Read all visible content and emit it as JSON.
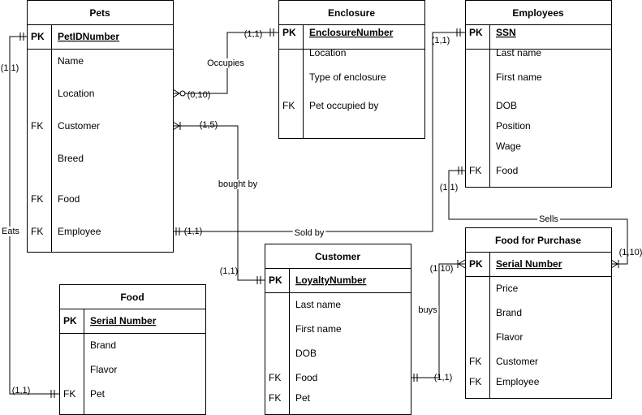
{
  "entities": [
    {
      "id": "pets",
      "title": "Pets",
      "rows": [
        {
          "key": "PK",
          "name": "PetIDNumber",
          "pk": true
        },
        {
          "key": "",
          "name": "Name"
        },
        {
          "key": "",
          "name": "Location"
        },
        {
          "key": "FK",
          "name": "Customer"
        },
        {
          "key": "",
          "name": "Breed"
        },
        {
          "key": "FK",
          "name": "Food"
        },
        {
          "key": "FK",
          "name": "Employee"
        }
      ]
    },
    {
      "id": "enclosure",
      "title": "Enclosure",
      "rows": [
        {
          "key": "PK",
          "name": "EnclosureNumber",
          "pk": true
        },
        {
          "key": "",
          "name": "Location"
        },
        {
          "key": "",
          "name": "Type of enclosure"
        },
        {
          "key": "FK",
          "name": "Pet occupied by"
        }
      ]
    },
    {
      "id": "employees",
      "title": "Employees",
      "rows": [
        {
          "key": "PK",
          "name": "SSN",
          "pk": true
        },
        {
          "key": "",
          "name": "Last name"
        },
        {
          "key": "",
          "name": "First name"
        },
        {
          "key": "",
          "name": "DOB"
        },
        {
          "key": "",
          "name": "Position"
        },
        {
          "key": "",
          "name": "Wage"
        },
        {
          "key": "FK",
          "name": "Food"
        }
      ]
    },
    {
      "id": "food",
      "title": "Food",
      "rows": [
        {
          "key": "PK",
          "name": "Serial Number",
          "pk": true
        },
        {
          "key": "",
          "name": "Brand"
        },
        {
          "key": "",
          "name": "Flavor"
        },
        {
          "key": "FK",
          "name": "Pet"
        }
      ]
    },
    {
      "id": "customer",
      "title": "Customer",
      "rows": [
        {
          "key": "PK",
          "name": "LoyaltyNumber",
          "pk": true
        },
        {
          "key": "",
          "name": "Last name"
        },
        {
          "key": "",
          "name": "First name"
        },
        {
          "key": "",
          "name": "DOB"
        },
        {
          "key": "FK",
          "name": "Food"
        },
        {
          "key": "FK",
          "name": "Pet"
        }
      ]
    },
    {
      "id": "food_purchase",
      "title": "Food for Purchase",
      "rows": [
        {
          "key": "PK",
          "name": "Serial Number",
          "pk": true
        },
        {
          "key": "",
          "name": "Price"
        },
        {
          "key": "",
          "name": "Brand"
        },
        {
          "key": "",
          "name": "Flavor"
        },
        {
          "key": "FK",
          "name": "Customer"
        },
        {
          "key": "FK",
          "name": "Employee"
        }
      ]
    }
  ],
  "relationships": [
    {
      "id": "occupies",
      "label": "Occupies",
      "card_a": "(0,10)",
      "card_b": "(1,1)"
    },
    {
      "id": "bought_by",
      "label": "bought by",
      "card_a": "(1,5)",
      "card_b": "(1,1)"
    },
    {
      "id": "sold_by",
      "label": "Sold by",
      "card_a": "(1,1)",
      "card_b": "(1,1)"
    },
    {
      "id": "eats",
      "label": "Eats",
      "card_a": "(1,1)",
      "card_b": "(1,1)"
    },
    {
      "id": "sells",
      "label": "Sells",
      "card_a": "(1,1)",
      "card_b": "(1,10)"
    },
    {
      "id": "buys",
      "label": "buys",
      "card_a": "(1,10)",
      "card_b": "(1,1)"
    }
  ]
}
